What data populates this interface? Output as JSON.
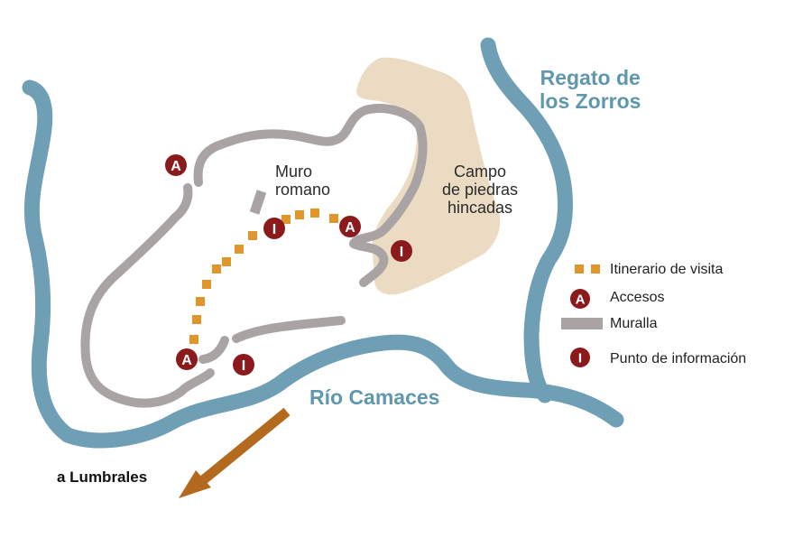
{
  "labels": {
    "muro_romano": "Muro\nromano",
    "campo": "Campo\nde piedras\nhincadas",
    "regato": "Regato de\nlos Zorros",
    "rio": "Río Camaces",
    "lumbrales": "a Lumbrales"
  },
  "markers": {
    "acceso_letter": "A",
    "info_letter": "I"
  },
  "legend": {
    "itinerario": "Itinerario de visita",
    "accesos": "Accesos",
    "muralla": "Muralla",
    "info": "Punto de información"
  },
  "colors": {
    "river": "#6f9fb5",
    "wall": "#aaa3a3",
    "field": "#eadbc2",
    "route": "#e0962a",
    "marker": "#8a1a1c",
    "arrow": "#b36a1e",
    "river_label": "#5f97ad"
  }
}
